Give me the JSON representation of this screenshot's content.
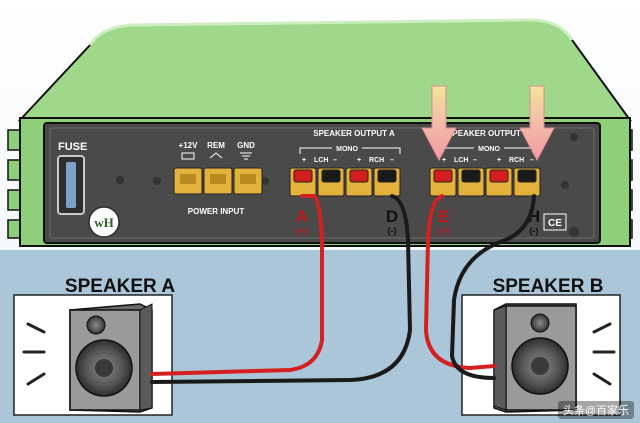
{
  "labels": {
    "fuse": "FUSE",
    "speaker_output_a": "SPEAKER OUTPUT A",
    "speaker_output_b": "SPEAKER OUTPUT B",
    "mono_a": "MONO",
    "mono_b": "MONO",
    "lch_a": "LCH",
    "rch_a": "RCH",
    "lch_b": "LCH",
    "rch_b": "RCH",
    "power_input": "POWER INPUT",
    "plus12v": "+12V",
    "rem": "REM",
    "gnd": "GND",
    "wh_logo": "wH",
    "ce_mark": "CE",
    "terminal_a": "A",
    "terminal_d": "D",
    "terminal_e": "E",
    "terminal_h": "H",
    "plus_sign": "(+)",
    "minus_sign": "(-)",
    "speaker_a": "SPEAKER A",
    "speaker_b": "SPEAKER B",
    "plus_a": "+",
    "minus_a": "–",
    "plus_a2": "+",
    "minus_a2": "–",
    "plus_b": "+",
    "minus_b": "–",
    "plus_b2": "+",
    "minus_b2": "–",
    "watermark": "头条@百家乐"
  },
  "colors": {
    "amp_green": "#9fd88a",
    "amp_green_dark": "#5fa04f",
    "panel": "#4a4a4a",
    "red_wire": "#d42020",
    "black_wire": "#1a1a1a",
    "floor": "#aac6d8",
    "arrow_pink": "#f2a3a8",
    "arrow_yellow": "#f4e49a",
    "terminal_gold": "#e3b23c",
    "terminal_red": "#d41e1e",
    "terminal_black": "#1a1a1a"
  }
}
